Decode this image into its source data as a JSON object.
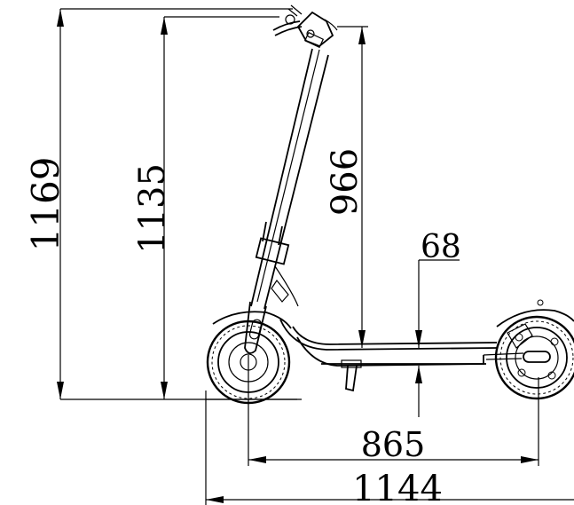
{
  "dimensions": {
    "total_height": "1169",
    "handlebar_height": "1135",
    "stem_height": "966",
    "ground_clearance": "68",
    "wheelbase": "865",
    "total_length": "1144"
  }
}
